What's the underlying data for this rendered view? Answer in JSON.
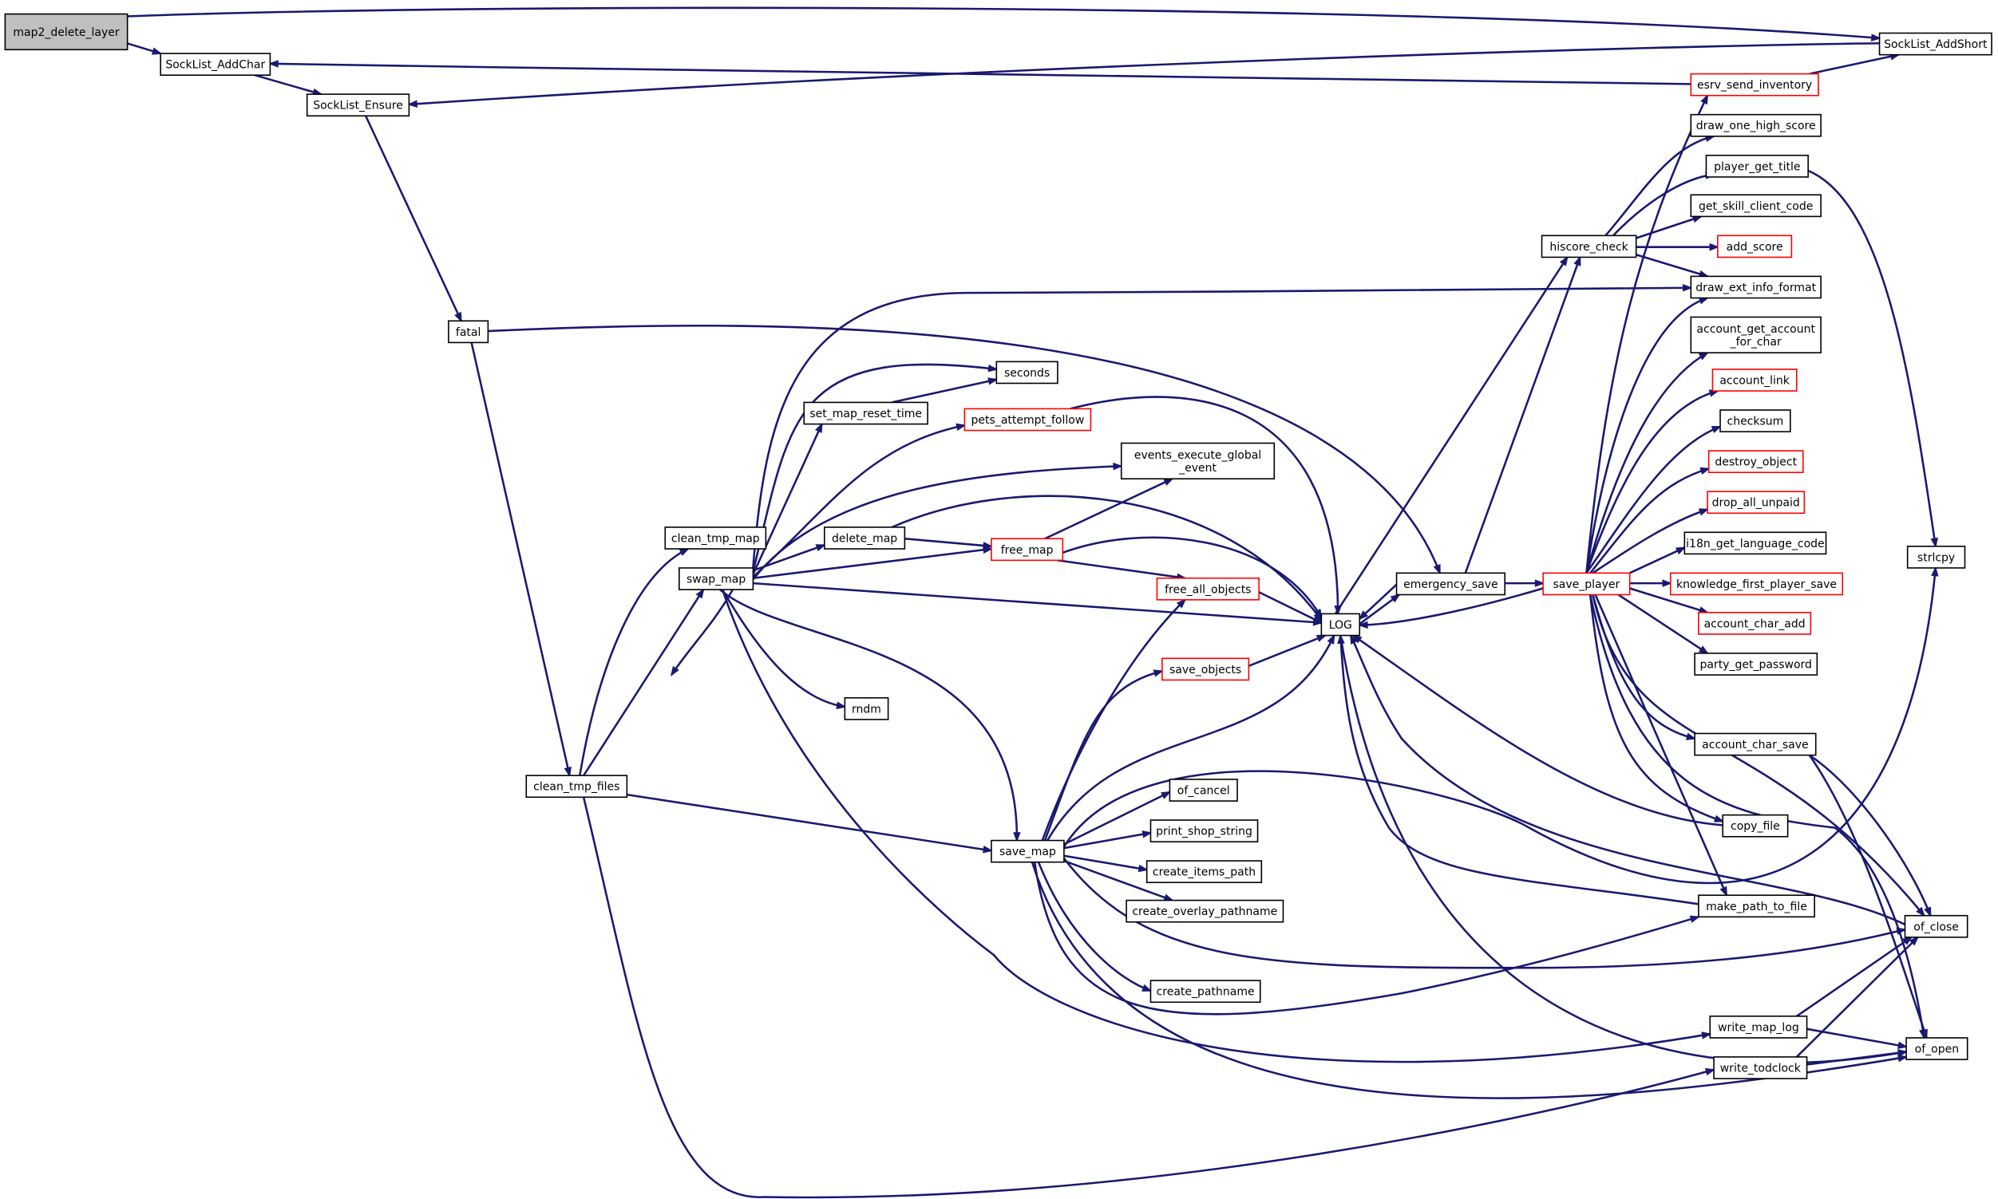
{
  "graph": {
    "colors": {
      "edge": "#191970",
      "node_border": "#000000",
      "node_border_truncated": "#ff0000",
      "root_fill": "#bfbfbf"
    },
    "nodes": [
      {
        "id": "map2_delete_layer",
        "lines": [
          "map2_delete_layer"
        ],
        "style": "root"
      },
      {
        "id": "SockList_AddChar",
        "lines": [
          "SockList_AddChar"
        ]
      },
      {
        "id": "SockList_AddShort",
        "lines": [
          "SockList_AddShort"
        ]
      },
      {
        "id": "SockList_Ensure",
        "lines": [
          "SockList_Ensure"
        ]
      },
      {
        "id": "esrv_send_inventory",
        "lines": [
          "esrv_send_inventory"
        ],
        "style": "red"
      },
      {
        "id": "fatal",
        "lines": [
          "fatal"
        ]
      },
      {
        "id": "clean_tmp_files",
        "lines": [
          "clean_tmp_files"
        ]
      },
      {
        "id": "emergency_save",
        "lines": [
          "emergency_save"
        ]
      },
      {
        "id": "clean_tmp_map",
        "lines": [
          "clean_tmp_map"
        ]
      },
      {
        "id": "swap_map",
        "lines": [
          "swap_map"
        ]
      },
      {
        "id": "save_map",
        "lines": [
          "save_map"
        ]
      },
      {
        "id": "write_todclock",
        "lines": [
          "write_todclock"
        ]
      },
      {
        "id": "LOG",
        "lines": [
          "LOG"
        ]
      },
      {
        "id": "seconds",
        "lines": [
          "seconds"
        ]
      },
      {
        "id": "set_map_reset_time",
        "lines": [
          "set_map_reset_time"
        ]
      },
      {
        "id": "pets_attempt_follow",
        "lines": [
          "pets_attempt_follow"
        ],
        "style": "red"
      },
      {
        "id": "events_execute_global_event",
        "lines": [
          "events_execute_global",
          "_event"
        ]
      },
      {
        "id": "delete_map",
        "lines": [
          "delete_map"
        ]
      },
      {
        "id": "free_map",
        "lines": [
          "free_map"
        ],
        "style": "red"
      },
      {
        "id": "rndm",
        "lines": [
          "rndm"
        ]
      },
      {
        "id": "write_map_log",
        "lines": [
          "write_map_log"
        ]
      },
      {
        "id": "free_all_objects",
        "lines": [
          "free_all_objects"
        ],
        "style": "red"
      },
      {
        "id": "save_objects",
        "lines": [
          "save_objects"
        ],
        "style": "red"
      },
      {
        "id": "of_cancel",
        "lines": [
          "of_cancel"
        ]
      },
      {
        "id": "print_shop_string",
        "lines": [
          "print_shop_string"
        ]
      },
      {
        "id": "create_items_path",
        "lines": [
          "create_items_path"
        ]
      },
      {
        "id": "create_overlay_pathname",
        "lines": [
          "create_overlay_pathname"
        ]
      },
      {
        "id": "create_pathname",
        "lines": [
          "create_pathname"
        ]
      },
      {
        "id": "hiscore_check",
        "lines": [
          "hiscore_check"
        ]
      },
      {
        "id": "save_player",
        "lines": [
          "save_player"
        ],
        "style": "red"
      },
      {
        "id": "draw_one_high_score",
        "lines": [
          "draw_one_high_score"
        ]
      },
      {
        "id": "player_get_title",
        "lines": [
          "player_get_title"
        ]
      },
      {
        "id": "get_skill_client_code",
        "lines": [
          "get_skill_client_code"
        ]
      },
      {
        "id": "add_score",
        "lines": [
          "add_score"
        ],
        "style": "red"
      },
      {
        "id": "draw_ext_info_format",
        "lines": [
          "draw_ext_info_format"
        ]
      },
      {
        "id": "account_get_account_for_char",
        "lines": [
          "account_get_account",
          "_for_char"
        ]
      },
      {
        "id": "account_link",
        "lines": [
          "account_link"
        ],
        "style": "red"
      },
      {
        "id": "checksum",
        "lines": [
          "checksum"
        ]
      },
      {
        "id": "destroy_object",
        "lines": [
          "destroy_object"
        ],
        "style": "red"
      },
      {
        "id": "drop_all_unpaid",
        "lines": [
          "drop_all_unpaid"
        ],
        "style": "red"
      },
      {
        "id": "i18n_get_language_code",
        "lines": [
          "i18n_get_language_code"
        ]
      },
      {
        "id": "knowledge_first_player_save",
        "lines": [
          "knowledge_first_player_save"
        ],
        "style": "red"
      },
      {
        "id": "account_char_add",
        "lines": [
          "account_char_add"
        ],
        "style": "red"
      },
      {
        "id": "party_get_password",
        "lines": [
          "party_get_password"
        ]
      },
      {
        "id": "account_char_save",
        "lines": [
          "account_char_save"
        ]
      },
      {
        "id": "copy_file",
        "lines": [
          "copy_file"
        ]
      },
      {
        "id": "make_path_to_file",
        "lines": [
          "make_path_to_file"
        ]
      },
      {
        "id": "strlcpy",
        "lines": [
          "strlcpy"
        ]
      },
      {
        "id": "of_close",
        "lines": [
          "of_close"
        ]
      },
      {
        "id": "of_open",
        "lines": [
          "of_open"
        ]
      }
    ],
    "edges": [
      {
        "from": "map2_delete_layer",
        "to": "SockList_AddChar"
      },
      {
        "from": "map2_delete_layer",
        "to": "SockList_AddShort"
      },
      {
        "from": "SockList_AddChar",
        "to": "SockList_Ensure"
      },
      {
        "from": "SockList_AddShort",
        "to": "SockList_Ensure"
      },
      {
        "from": "esrv_send_inventory",
        "to": "SockList_AddChar"
      },
      {
        "from": "esrv_send_inventory",
        "to": "SockList_AddShort"
      },
      {
        "from": "SockList_Ensure",
        "to": "fatal"
      },
      {
        "from": "fatal",
        "to": "clean_tmp_files"
      },
      {
        "from": "fatal",
        "to": "emergency_save"
      },
      {
        "from": "clean_tmp_files",
        "to": "clean_tmp_map"
      },
      {
        "from": "clean_tmp_files",
        "to": "swap_map"
      },
      {
        "from": "clean_tmp_files",
        "to": "save_map"
      },
      {
        "from": "clean_tmp_files",
        "to": "write_todclock"
      },
      {
        "from": "swap_map",
        "to": "seconds"
      },
      {
        "from": "swap_map",
        "to": "set_map_reset_time"
      },
      {
        "from": "swap_map",
        "to": "pets_attempt_follow"
      },
      {
        "from": "swap_map",
        "to": "events_execute_global_event"
      },
      {
        "from": "swap_map",
        "to": "delete_map"
      },
      {
        "from": "swap_map",
        "to": "free_map"
      },
      {
        "from": "swap_map",
        "to": "LOG"
      },
      {
        "from": "swap_map",
        "to": "rndm"
      },
      {
        "from": "swap_map",
        "to": "save_map"
      },
      {
        "from": "swap_map",
        "to": "write_map_log"
      },
      {
        "from": "swap_map",
        "to": "draw_ext_info_format"
      },
      {
        "from": "swap_map",
        "to": "clean_tmp_files"
      },
      {
        "from": "set_map_reset_time",
        "to": "seconds"
      },
      {
        "from": "pets_attempt_follow",
        "to": "LOG"
      },
      {
        "from": "delete_map",
        "to": "free_map"
      },
      {
        "from": "delete_map",
        "to": "LOG"
      },
      {
        "from": "free_map",
        "to": "events_execute_global_event"
      },
      {
        "from": "free_map",
        "to": "free_all_objects"
      },
      {
        "from": "free_map",
        "to": "LOG"
      },
      {
        "from": "free_all_objects",
        "to": "LOG"
      },
      {
        "from": "save_objects",
        "to": "LOG"
      },
      {
        "from": "save_map",
        "to": "save_objects"
      },
      {
        "from": "save_map",
        "to": "free_all_objects"
      },
      {
        "from": "save_map",
        "to": "LOG"
      },
      {
        "from": "save_map",
        "to": "of_cancel"
      },
      {
        "from": "save_map",
        "to": "print_shop_string"
      },
      {
        "from": "save_map",
        "to": "create_items_path"
      },
      {
        "from": "save_map",
        "to": "create_overlay_pathname"
      },
      {
        "from": "save_map",
        "to": "create_pathname"
      },
      {
        "from": "save_map",
        "to": "strlcpy"
      },
      {
        "from": "save_map",
        "to": "make_path_to_file"
      },
      {
        "from": "save_map",
        "to": "of_close"
      },
      {
        "from": "save_map",
        "to": "of_open"
      },
      {
        "from": "emergency_save",
        "to": "LOG"
      },
      {
        "from": "emergency_save",
        "to": "save_player"
      },
      {
        "from": "emergency_save",
        "to": "hiscore_check"
      },
      {
        "from": "LOG",
        "to": "emergency_save"
      },
      {
        "from": "LOG",
        "to": "hiscore_check"
      },
      {
        "from": "LOG",
        "to": "of_open"
      },
      {
        "from": "save_player",
        "to": "LOG"
      },
      {
        "from": "save_player",
        "to": "esrv_send_inventory"
      },
      {
        "from": "save_player",
        "to": "draw_ext_info_format"
      },
      {
        "from": "save_player",
        "to": "account_get_account_for_char"
      },
      {
        "from": "save_player",
        "to": "account_link"
      },
      {
        "from": "save_player",
        "to": "checksum"
      },
      {
        "from": "save_player",
        "to": "destroy_object"
      },
      {
        "from": "save_player",
        "to": "drop_all_unpaid"
      },
      {
        "from": "save_player",
        "to": "i18n_get_language_code"
      },
      {
        "from": "save_player",
        "to": "knowledge_first_player_save"
      },
      {
        "from": "save_player",
        "to": "account_char_add"
      },
      {
        "from": "save_player",
        "to": "party_get_password"
      },
      {
        "from": "save_player",
        "to": "account_char_save"
      },
      {
        "from": "save_player",
        "to": "copy_file"
      },
      {
        "from": "save_player",
        "to": "make_path_to_file"
      },
      {
        "from": "save_player",
        "to": "of_close"
      },
      {
        "from": "save_player",
        "to": "of_open"
      },
      {
        "from": "hiscore_check",
        "to": "draw_one_high_score"
      },
      {
        "from": "hiscore_check",
        "to": "player_get_title"
      },
      {
        "from": "hiscore_check",
        "to": "get_skill_client_code"
      },
      {
        "from": "hiscore_check",
        "to": "add_score"
      },
      {
        "from": "hiscore_check",
        "to": "draw_ext_info_format"
      },
      {
        "from": "player_get_title",
        "to": "strlcpy"
      },
      {
        "from": "account_char_save",
        "to": "of_close"
      },
      {
        "from": "account_char_save",
        "to": "of_open"
      },
      {
        "from": "copy_file",
        "to": "LOG"
      },
      {
        "from": "make_path_to_file",
        "to": "LOG"
      },
      {
        "from": "of_close",
        "to": "LOG"
      },
      {
        "from": "write_map_log",
        "to": "of_close"
      },
      {
        "from": "write_map_log",
        "to": "of_open"
      },
      {
        "from": "write_todclock",
        "to": "of_close"
      },
      {
        "from": "write_todclock",
        "to": "of_open"
      }
    ]
  }
}
